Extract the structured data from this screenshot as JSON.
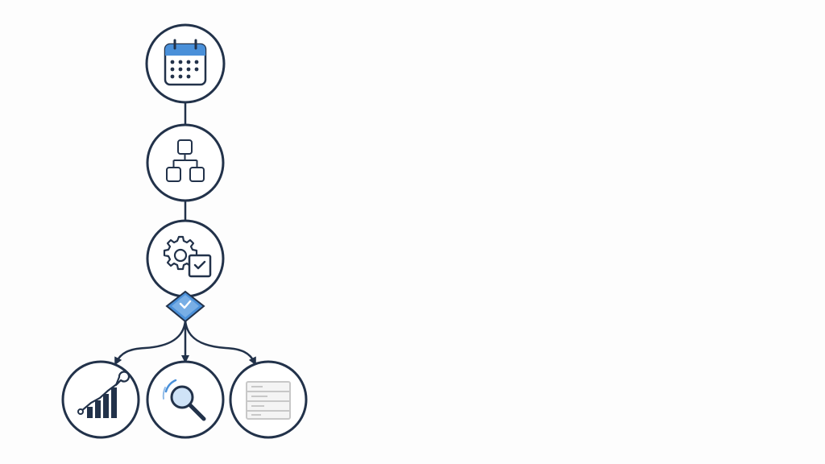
{
  "diagram": {
    "type": "flowchart",
    "colors": {
      "stroke": "#22324a",
      "accent": "#4a90d9",
      "accent_light": "#cfe3f7",
      "muted": "#c8c8c8",
      "background": "#ffffff"
    },
    "nodes": [
      {
        "id": "schedule",
        "icon": "calendar-icon"
      },
      {
        "id": "workflow",
        "icon": "hierarchy-icon"
      },
      {
        "id": "process",
        "icon": "gear-check-icon"
      },
      {
        "id": "decision",
        "icon": "diamond-check-icon"
      },
      {
        "id": "improve",
        "icon": "chart-wrench-icon"
      },
      {
        "id": "inspect",
        "icon": "magnifier-icon"
      },
      {
        "id": "records",
        "icon": "document-list-icon",
        "state": "faded"
      }
    ],
    "edges": [
      {
        "from": "schedule",
        "to": "workflow"
      },
      {
        "from": "workflow",
        "to": "process"
      },
      {
        "from": "process",
        "to": "decision"
      },
      {
        "from": "decision",
        "to": "improve",
        "arrow": true
      },
      {
        "from": "decision",
        "to": "inspect",
        "arrow": true
      },
      {
        "from": "decision",
        "to": "records",
        "arrow": true
      }
    ]
  }
}
